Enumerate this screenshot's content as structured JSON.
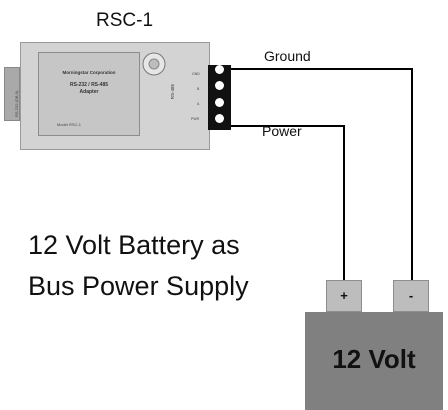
{
  "device": {
    "title": "RSC-1",
    "manufacturer": "Morningstar Corporation",
    "product_line1": "RS-232 / RS-485",
    "product_line2": "Adapter",
    "model": "Model RSC-1",
    "side_label": "RS-232 (DB-9)",
    "bus_label": "RS-485",
    "pins": [
      "GND",
      "B",
      "A",
      "PWR"
    ]
  },
  "wires": {
    "ground_label": "Ground",
    "power_label": "Power"
  },
  "caption": {
    "line1": "12 Volt Battery as",
    "line2": "Bus Power Supply"
  },
  "battery": {
    "label": "12 Volt",
    "positive": "+",
    "negative": "-"
  },
  "colors": {
    "device_body": "#d3d3d3",
    "terminal": "#111111",
    "battery_body": "#808080",
    "post": "#bdbdbd",
    "wire": "#000000"
  }
}
